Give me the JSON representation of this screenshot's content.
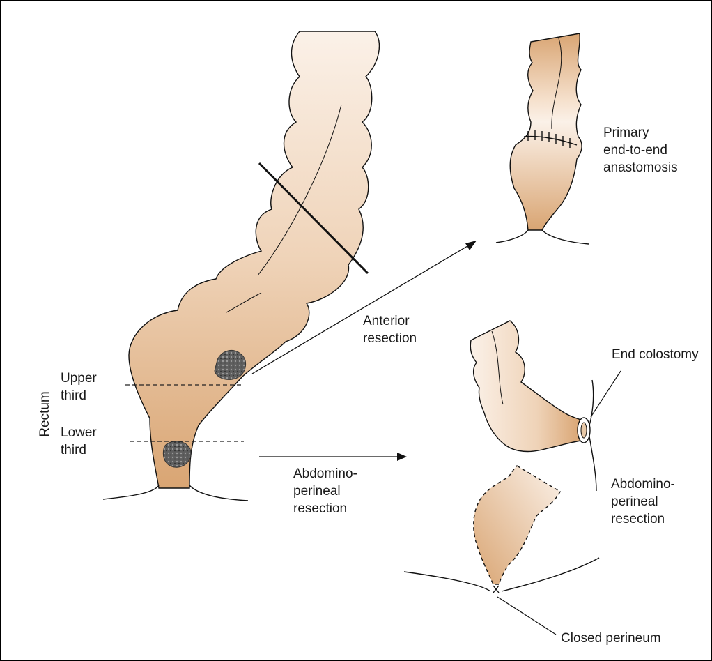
{
  "labels": {
    "primary_1": "Primary",
    "primary_2": "end-to-end",
    "primary_3": "anastomosis",
    "anterior_1": "Anterior",
    "anterior_2": "resection",
    "end_colostomy": "End colostomy",
    "upper_1": "Upper",
    "upper_2": "third",
    "lower_1": "Lower",
    "lower_2": "third",
    "rectum": "Rectum",
    "apr_left_1": "Abdomino-",
    "apr_left_2": "perineal",
    "apr_left_3": "resection",
    "apr_right_1": "Abdomino-",
    "apr_right_2": "perineal",
    "apr_right_3": "resection",
    "closed_perineum": "Closed perineum"
  },
  "colors": {
    "bowel_light": "#fbf1e8",
    "bowel_mid": "#efd3b8",
    "bowel_dark": "#d9a573",
    "tumour": "#5a5a5a",
    "line": "#111111"
  }
}
